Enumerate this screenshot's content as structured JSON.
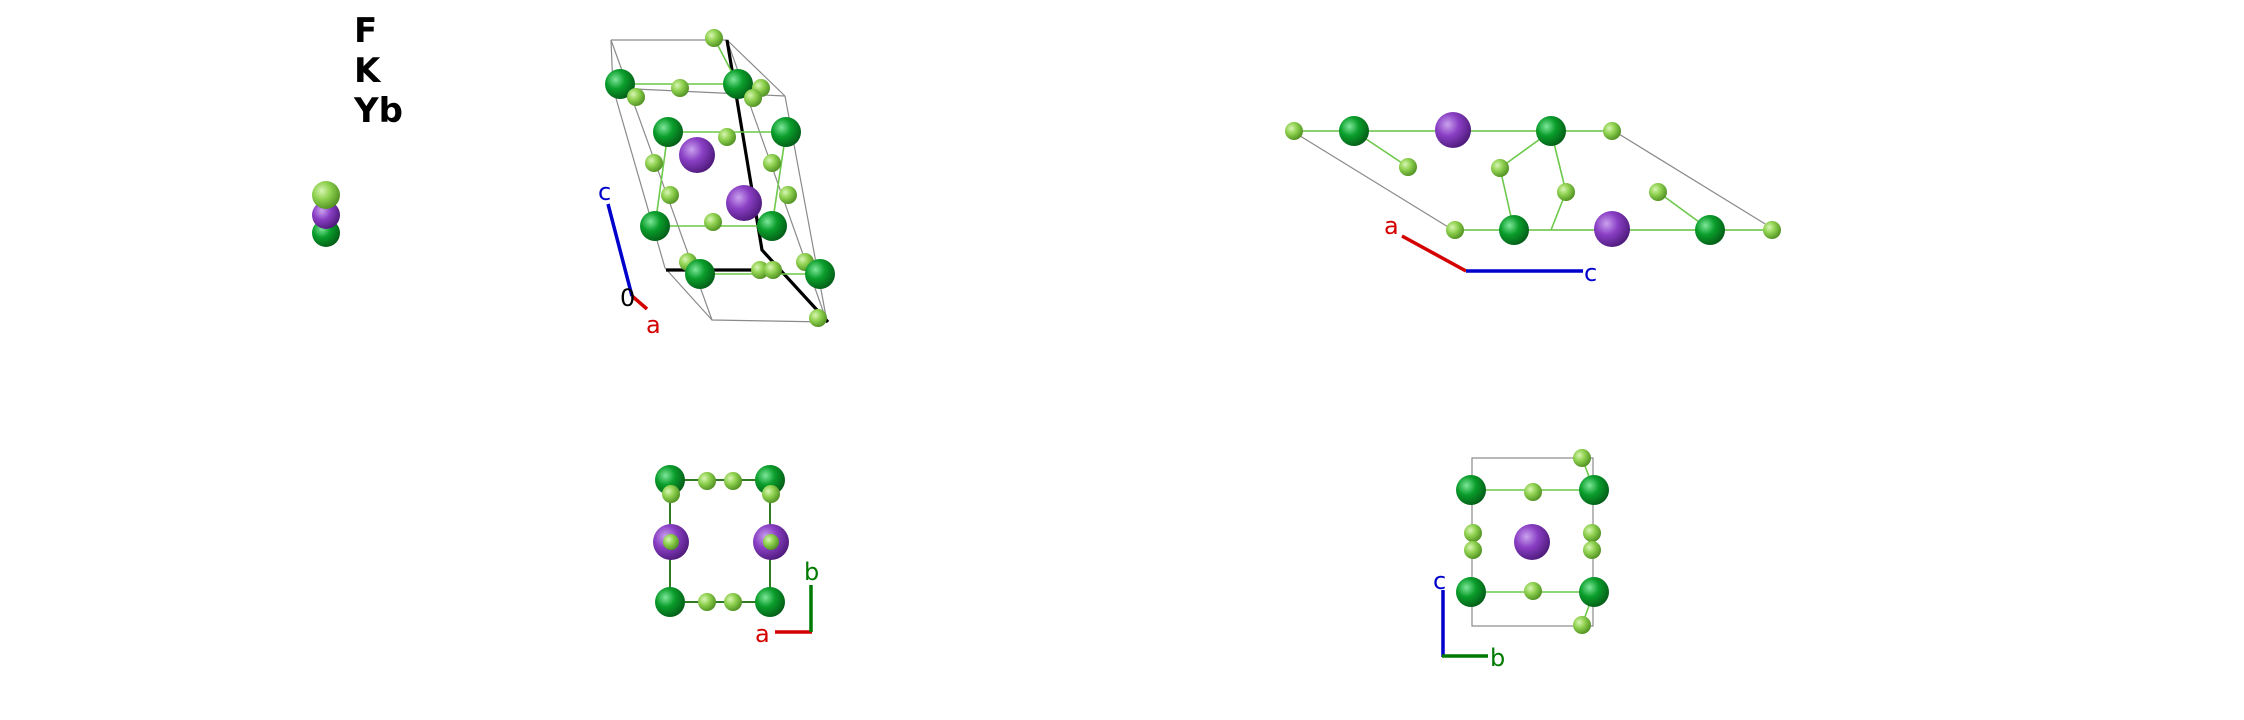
{
  "legend": {
    "elements": [
      "F",
      "K",
      "Yb"
    ],
    "swatch_colors": {
      "F": "#8fd14f",
      "K": "#8a3fc4",
      "Yb": "#0a9e2b"
    }
  },
  "colors": {
    "F": "#8fd14f",
    "K": "#8a3fc4",
    "Yb": "#0a9e2b",
    "axis_a": "#d40000",
    "axis_b": "#007a00",
    "axis_c": "#0000cc",
    "origin": "#000000"
  },
  "views": {
    "perspective": {
      "axis_labels": {
        "c": "c",
        "a": "a",
        "origin": "0"
      }
    },
    "along_b": {
      "axis_labels": {
        "a": "a",
        "c": "c"
      }
    },
    "along_c": {
      "axis_labels": {
        "a": "a",
        "b": "b"
      }
    },
    "along_a": {
      "axis_labels": {
        "c": "c",
        "b": "b"
      }
    }
  }
}
